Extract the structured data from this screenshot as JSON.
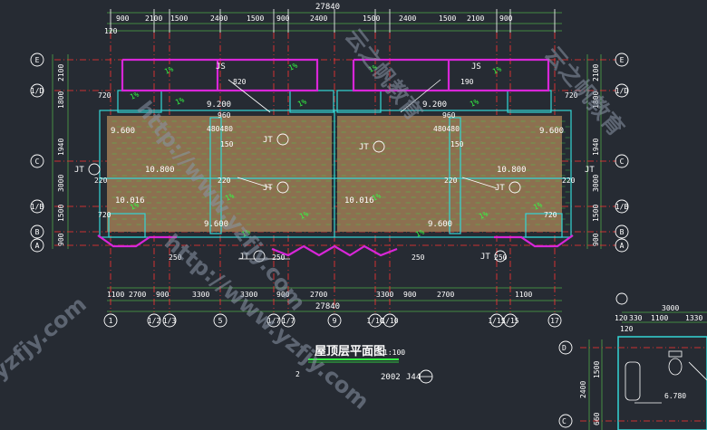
{
  "drawing": {
    "title": "屋顶层平面图",
    "scale": "1:100",
    "year_label": "2002",
    "sheet_label": "J44",
    "detail_number": "2",
    "total_width": "27840",
    "top_dims": [
      "900",
      "2100",
      "1500",
      "2400",
      "1500",
      "900",
      "2400",
      "1500",
      "2400",
      "1500",
      "2100",
      "900"
    ],
    "bottom_dims": [
      "1100",
      "2700",
      "900",
      "3300",
      "3300",
      "900",
      "2700",
      "3300",
      "900",
      "2700",
      "1100"
    ],
    "axis_cols": [
      "1",
      "1/2",
      "1/3",
      "5",
      "1/7",
      "1/7",
      "9",
      "1/10",
      "1/10",
      "1/15",
      "1/15",
      "17"
    ],
    "axis_rows": [
      "E",
      "1/D",
      "C",
      "1/B",
      "B",
      "A"
    ],
    "left_dims": [
      "2100",
      "1800",
      "1940",
      "3000",
      "1500",
      "900"
    ],
    "right_dims": [
      "2100",
      "1800",
      "1940",
      "3000",
      "1500",
      "900"
    ],
    "slopes": [
      "1%",
      "1%",
      "1%",
      "1%",
      "1%",
      "1%",
      "1%",
      "1%",
      "1%",
      "1%",
      "1%",
      "1%",
      "1%",
      "1%",
      "1%",
      "1%"
    ],
    "elevations": [
      "9.600",
      "9.600",
      "10.800",
      "10.800",
      "10.016",
      "10.016",
      "9.600",
      "9.600",
      "9.200",
      "9.200"
    ],
    "jt_labels": [
      "JT",
      "JT",
      "JT",
      "JT",
      "JT",
      "JT",
      "JT",
      "JT",
      "JS",
      "JS"
    ],
    "misc_labels": [
      "120",
      "720",
      "720",
      "720",
      "720",
      "220",
      "220",
      "220",
      "220",
      "250",
      "250",
      "250",
      "250",
      "480480",
      "480480",
      "960",
      "960",
      "150",
      "150",
      "820",
      "190"
    ],
    "detail": {
      "dims_top": [
        "3000",
        "120",
        "330",
        "1100",
        "1330",
        "120"
      ],
      "dims_left": [
        "1500",
        "2400",
        "660"
      ],
      "rows": [
        "D",
        "C"
      ],
      "elevation": "6.780"
    },
    "watermarks": [
      "http://www.yzfjy.com",
      "云之帆教育",
      "yzfjy.com",
      "http://www.yzfjy.com",
      "云之帆教育"
    ]
  }
}
